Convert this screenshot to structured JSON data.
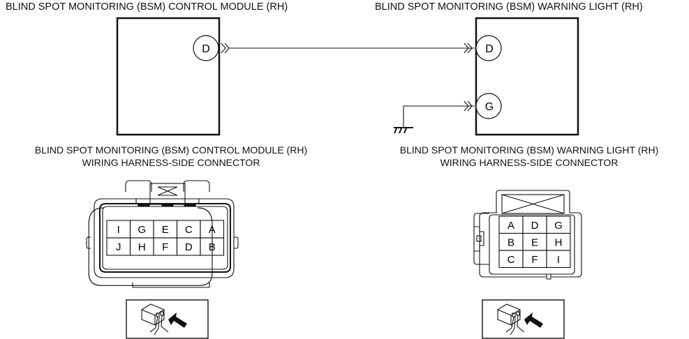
{
  "schematic": {
    "left_component": {
      "title": "BLIND SPOT MONITORING (BSM) CONTROL MODULE (RH)",
      "terminal": "D"
    },
    "right_component": {
      "title": "BLIND SPOT MONITORING (BSM) WARNING LIGHT (RH)",
      "terminals": [
        "D",
        "G"
      ]
    },
    "ground_symbol": "ground-icon"
  },
  "connectors": {
    "left": {
      "title_line1": "BLIND SPOT MONITORING (BSM) CONTROL MODULE (RH)",
      "title_line2": "WIRING HARNESS-SIDE CONNECTOR",
      "rows": [
        [
          "I",
          "G",
          "E",
          "C",
          "A"
        ],
        [
          "J",
          "H",
          "F",
          "D",
          "B"
        ]
      ],
      "view_icon": "harness-side-view-icon"
    },
    "right": {
      "title_line1": "BLIND SPOT MONITORING (BSM) WARNING LIGHT (RH)",
      "title_line2": "WIRING HARNESS-SIDE CONNECTOR",
      "rows": [
        [
          "A",
          "D",
          "G"
        ],
        [
          "B",
          "E",
          "H"
        ],
        [
          "C",
          "F",
          "I"
        ]
      ],
      "view_icon": "harness-side-view-icon"
    }
  }
}
